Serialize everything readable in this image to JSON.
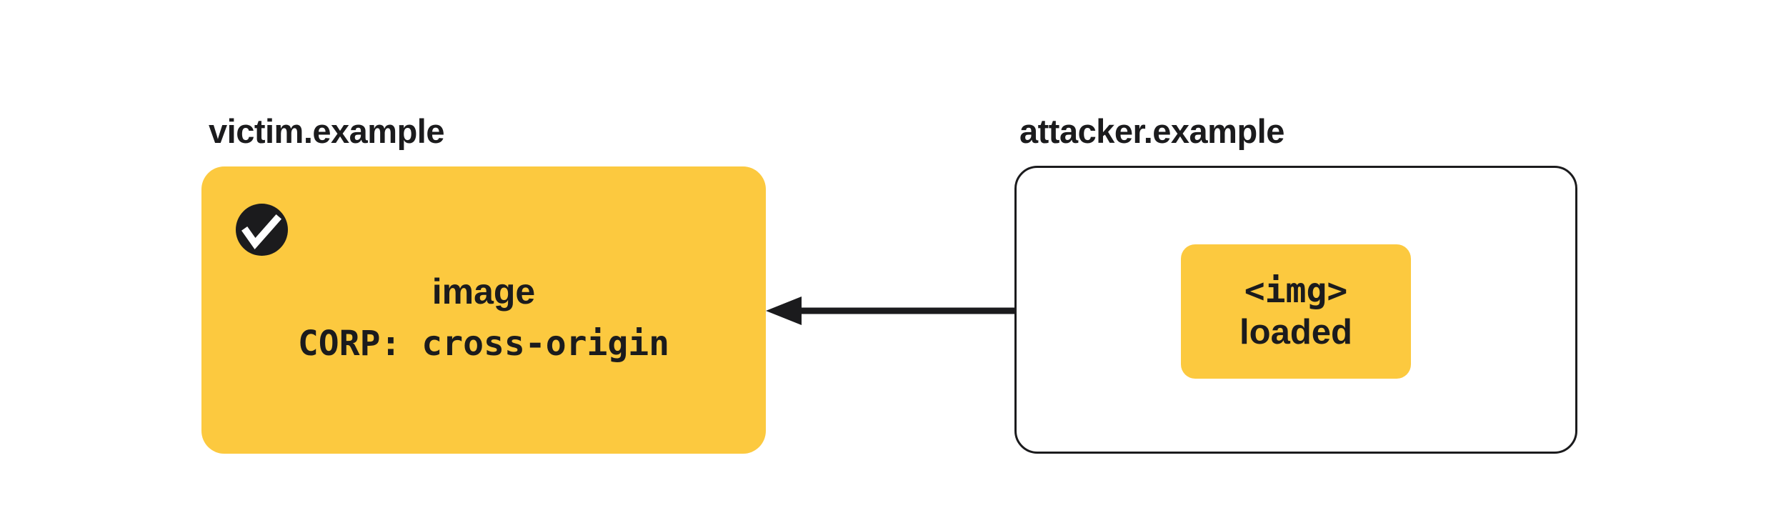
{
  "colors": {
    "yellow": "#FCC93F",
    "ink": "#1B1B1D",
    "background": "#FFFFFF"
  },
  "victim": {
    "label": "victim.example",
    "resource_line1": "image",
    "resource_line2": "CORP: cross-origin",
    "status_icon": "check-circle"
  },
  "attacker": {
    "label": "attacker.example",
    "request_line1": "<img>",
    "request_line2": "loaded"
  },
  "arrow": {
    "direction": "left"
  }
}
